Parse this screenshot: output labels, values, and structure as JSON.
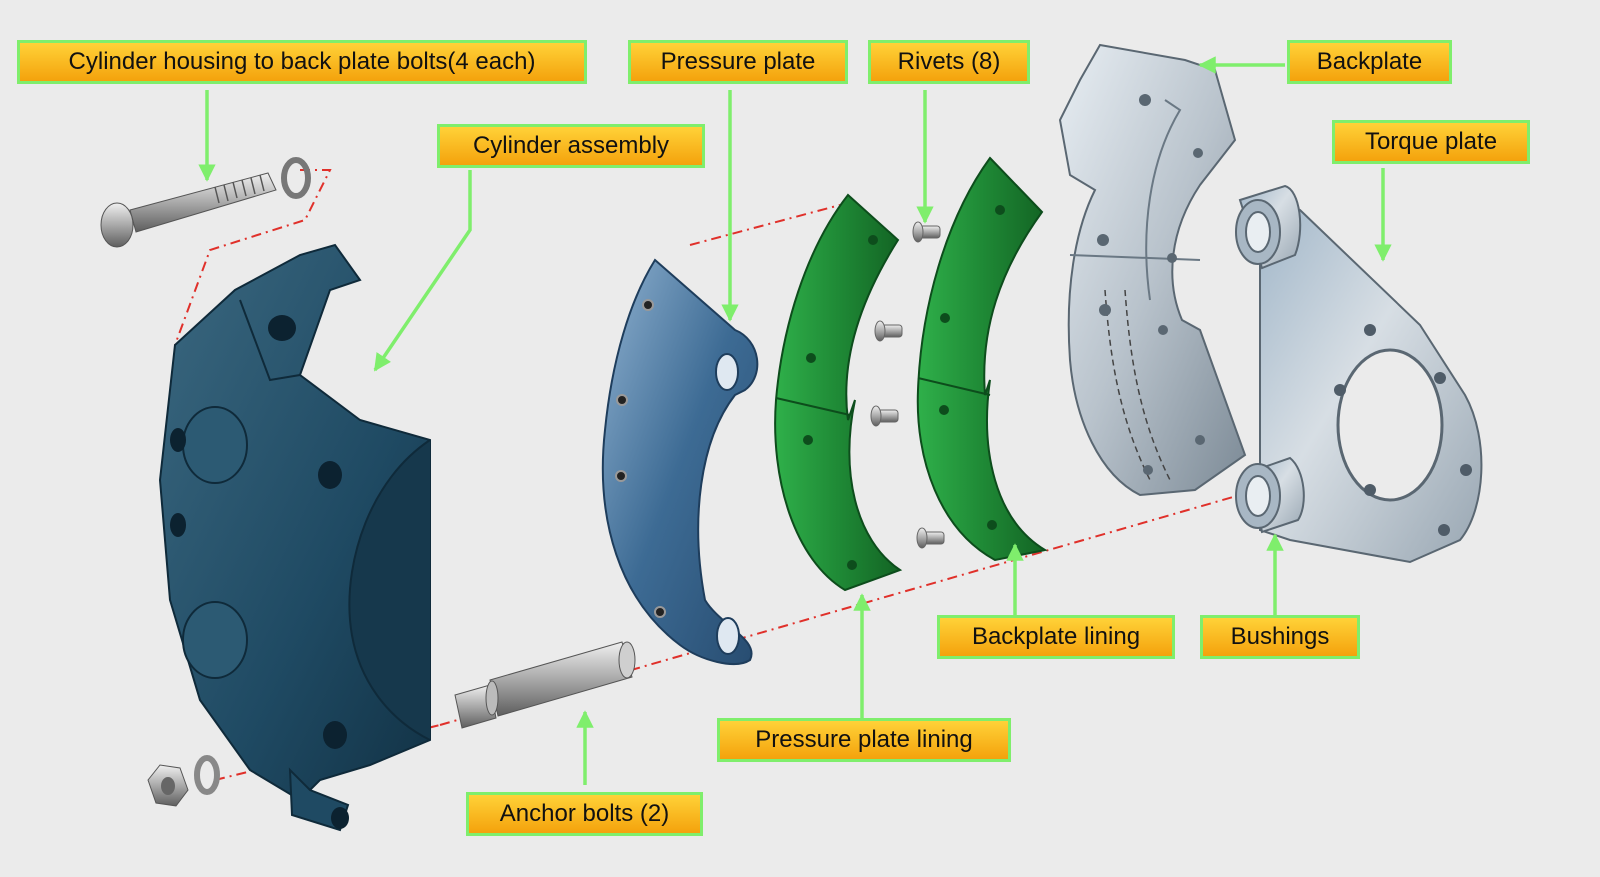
{
  "labels": {
    "bolts": "Cylinder housing to back plate bolts(4 each)",
    "pressure_plate": "Pressure plate",
    "rivets": "Rivets (8)",
    "backplate": "Backplate",
    "torque_plate": "Torque plate",
    "cylinder_assembly": "Cylinder assembly",
    "backplate_lining": "Backplate lining",
    "bushings": "Bushings",
    "pressure_plate_lining": "Pressure plate lining",
    "anchor_bolts": "Anchor bolts (2)"
  },
  "colors": {
    "label_fill_top": "#ffd238",
    "label_fill_bottom": "#f4a20c",
    "label_border": "#7fee6c",
    "leader_line": "#7fee6c",
    "center_line": "#e0302a",
    "cylinder": "#1f4a63",
    "pressure_plate": "#3d6b94",
    "lining": "#1f8a36",
    "steel": "#b9c3cc"
  }
}
